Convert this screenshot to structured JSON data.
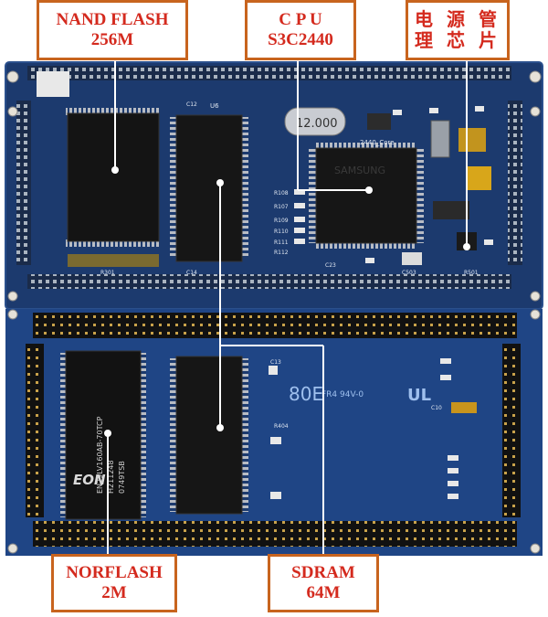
{
  "callouts": {
    "nand": {
      "line1": "NAND FLASH",
      "line2": "256M"
    },
    "cpu": {
      "line1": "C P U",
      "line2": "S3C2440"
    },
    "power": {
      "line1": "电 源 管",
      "line2": "理 芯 片"
    },
    "norflash": {
      "line1": "NORFLASH",
      "line2": "2M"
    },
    "sdram": {
      "line1": "SDRAM",
      "line2": "64M"
    }
  },
  "board_text": {
    "crystal": "12.000",
    "cpu_marking": "SAMSUNG",
    "core_label": "2440_Core",
    "eon_logo": "EON",
    "nor_marking1": "EN29LV160AB-70TCP",
    "nor_marking2": "H211248",
    "nor_marking3": "0749TSB",
    "pcb_code": "80E",
    "pcb_code2": "FR4 94V-0",
    "ul_mark": "UL",
    "ref_u6": "U6",
    "ref_c12": "C12",
    "ref_c14": "C14",
    "ref_r301": "R301",
    "ref_c23": "C23",
    "ref_c503": "C503",
    "ref_r501": "R501",
    "ref_r107": "R107",
    "ref_r108": "R108",
    "ref_r109": "R109",
    "ref_r110": "R110",
    "ref_r111": "R111",
    "ref_r112": "R112",
    "ref_c13": "C13",
    "ref_c10": "C10",
    "ref_r404": "R404"
  },
  "colors": {
    "pcb": "#1c3a6e",
    "callout_border": "#c8641e",
    "callout_text": "#d42a1e",
    "pointer": "#ffffff"
  }
}
